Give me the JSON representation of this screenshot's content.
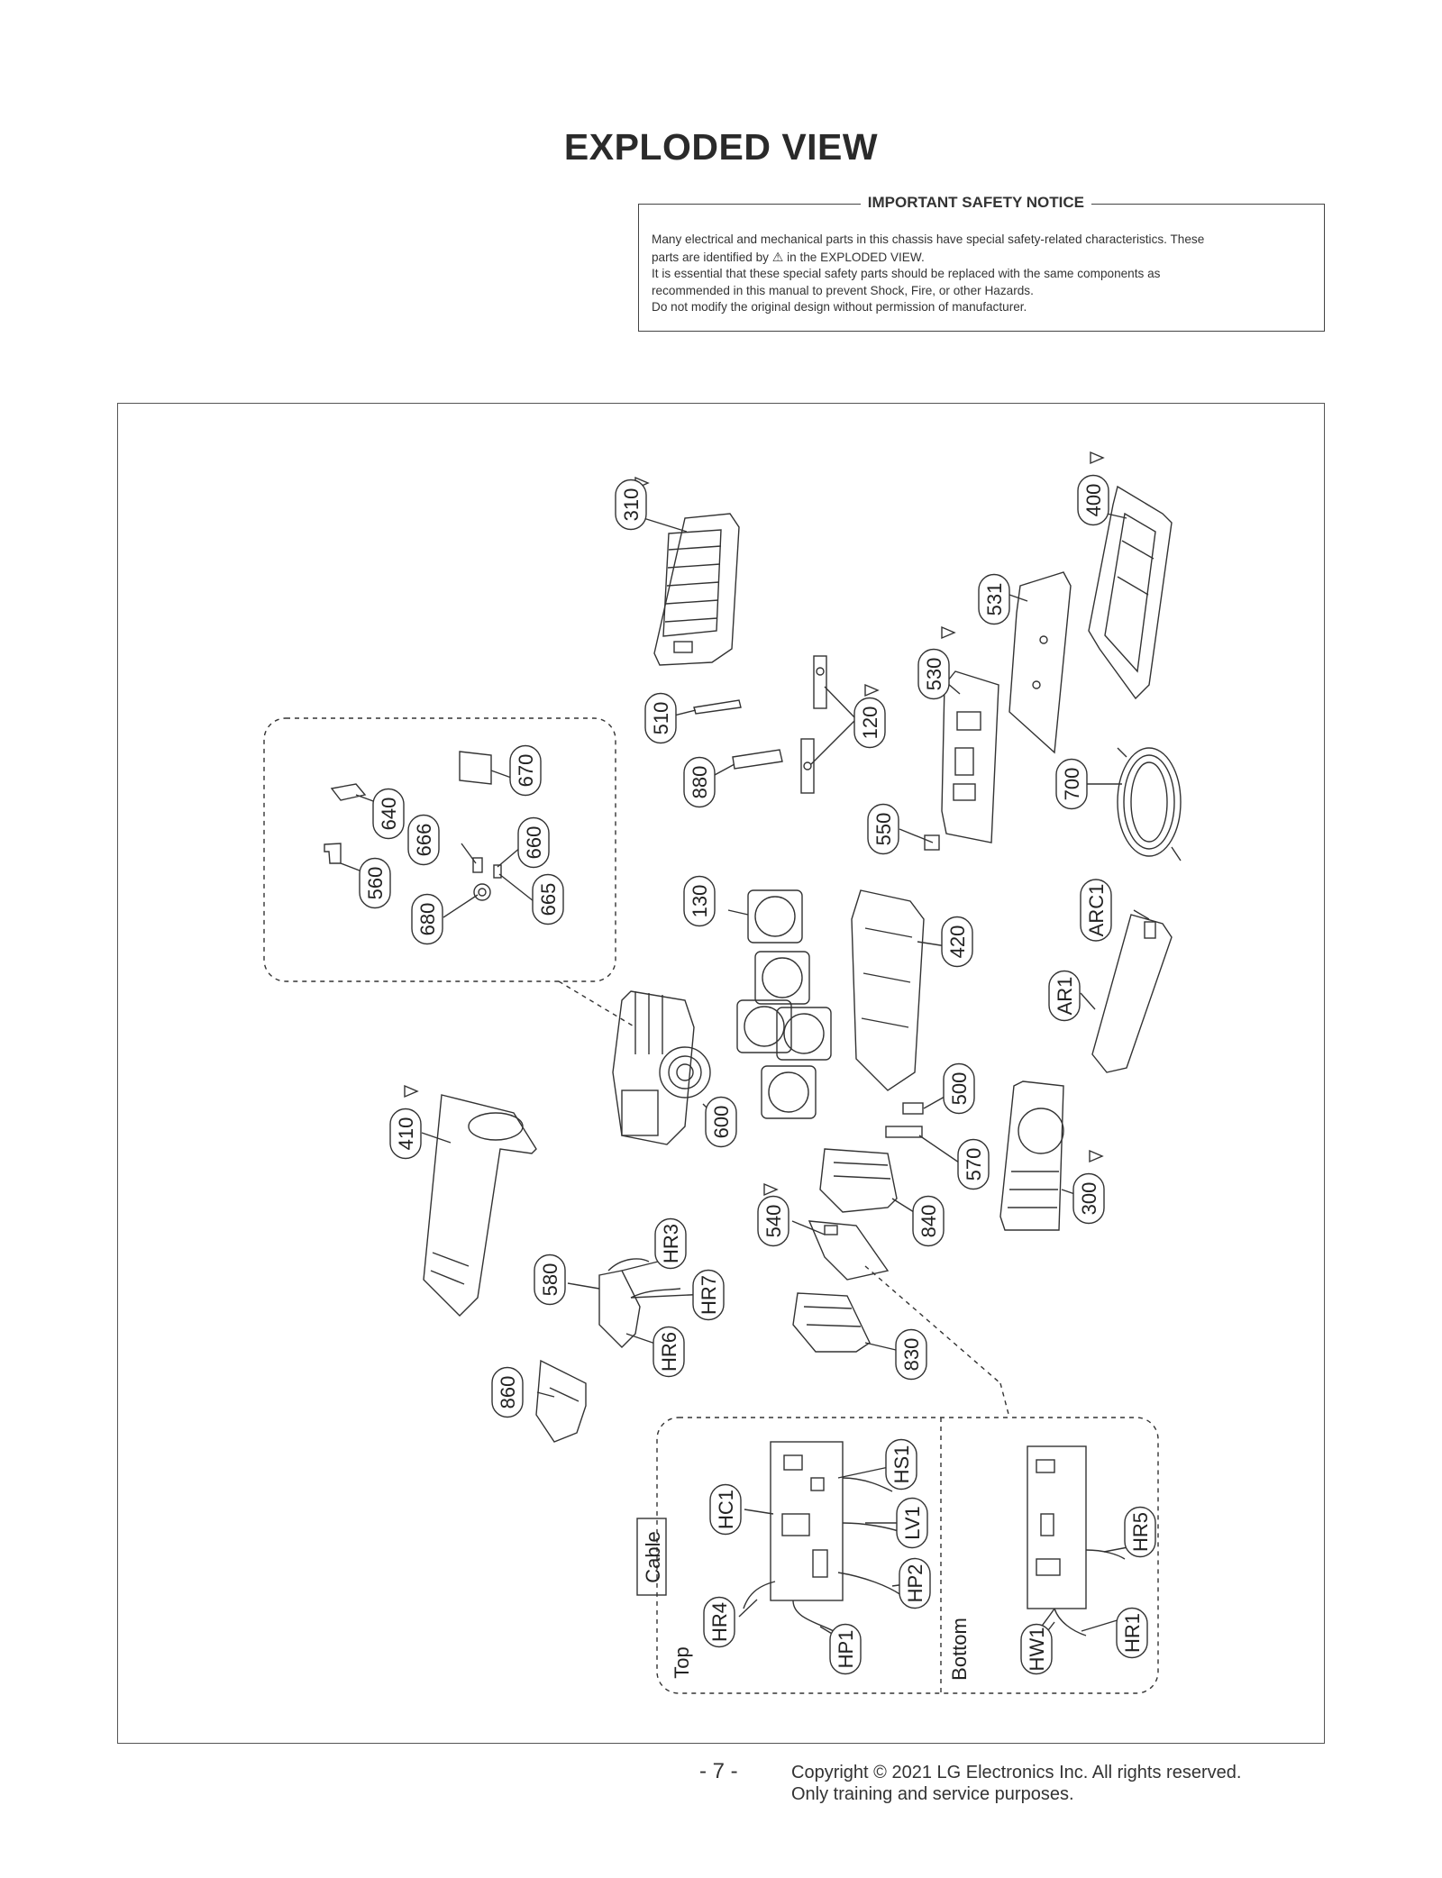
{
  "title": "EXPLODED VIEW",
  "notice": {
    "heading": "IMPORTANT SAFETY NOTICE",
    "line1": "Many electrical and mechanical parts in this chassis have special safety-related characteristics. These",
    "line2a": "parts are identified by",
    "line2b": "in the EXPLODED VIEW.",
    "line3": "It is essential that these special safety parts should be replaced with the same components as",
    "line4": "recommended in this manual to prevent Shock, Fire, or other Hazards.",
    "line5": "Do not modify the original design without permission of manufacturer."
  },
  "parts": {
    "p310": "310",
    "p400": "400",
    "p531": "531",
    "p530": "530",
    "p510": "510",
    "p120": "120",
    "p880": "880",
    "p700": "700",
    "p670": "670",
    "p640": "640",
    "p666": "666",
    "p660": "660",
    "p560": "560",
    "p680": "680",
    "p665": "665",
    "p550": "550",
    "p130": "130",
    "p420": "420",
    "pARC1": "ARC1",
    "pAR1": "AR1",
    "p410": "410",
    "p600": "600",
    "p500": "500",
    "p570": "570",
    "p300": "300",
    "p540": "540",
    "p840": "840",
    "pHR3": "HR3",
    "p580": "580",
    "pHR7": "HR7",
    "pHR6": "HR6",
    "p830": "830",
    "p860": "860",
    "pHS1": "HS1",
    "pHC1": "HC1",
    "pLV1": "LV1",
    "pHR5": "HR5",
    "pHP2": "HP2",
    "pHR4": "HR4",
    "pHP1": "HP1",
    "pHW1": "HW1",
    "pHR1": "HR1"
  },
  "cable_inset": {
    "cable": "Cable",
    "top": "Top",
    "bottom": "Bottom"
  },
  "footer": {
    "page": "- 7 -",
    "copyright": "Copyright © 2021 LG Electronics Inc. All rights reserved.",
    "purpose": "Only training and service purposes."
  }
}
